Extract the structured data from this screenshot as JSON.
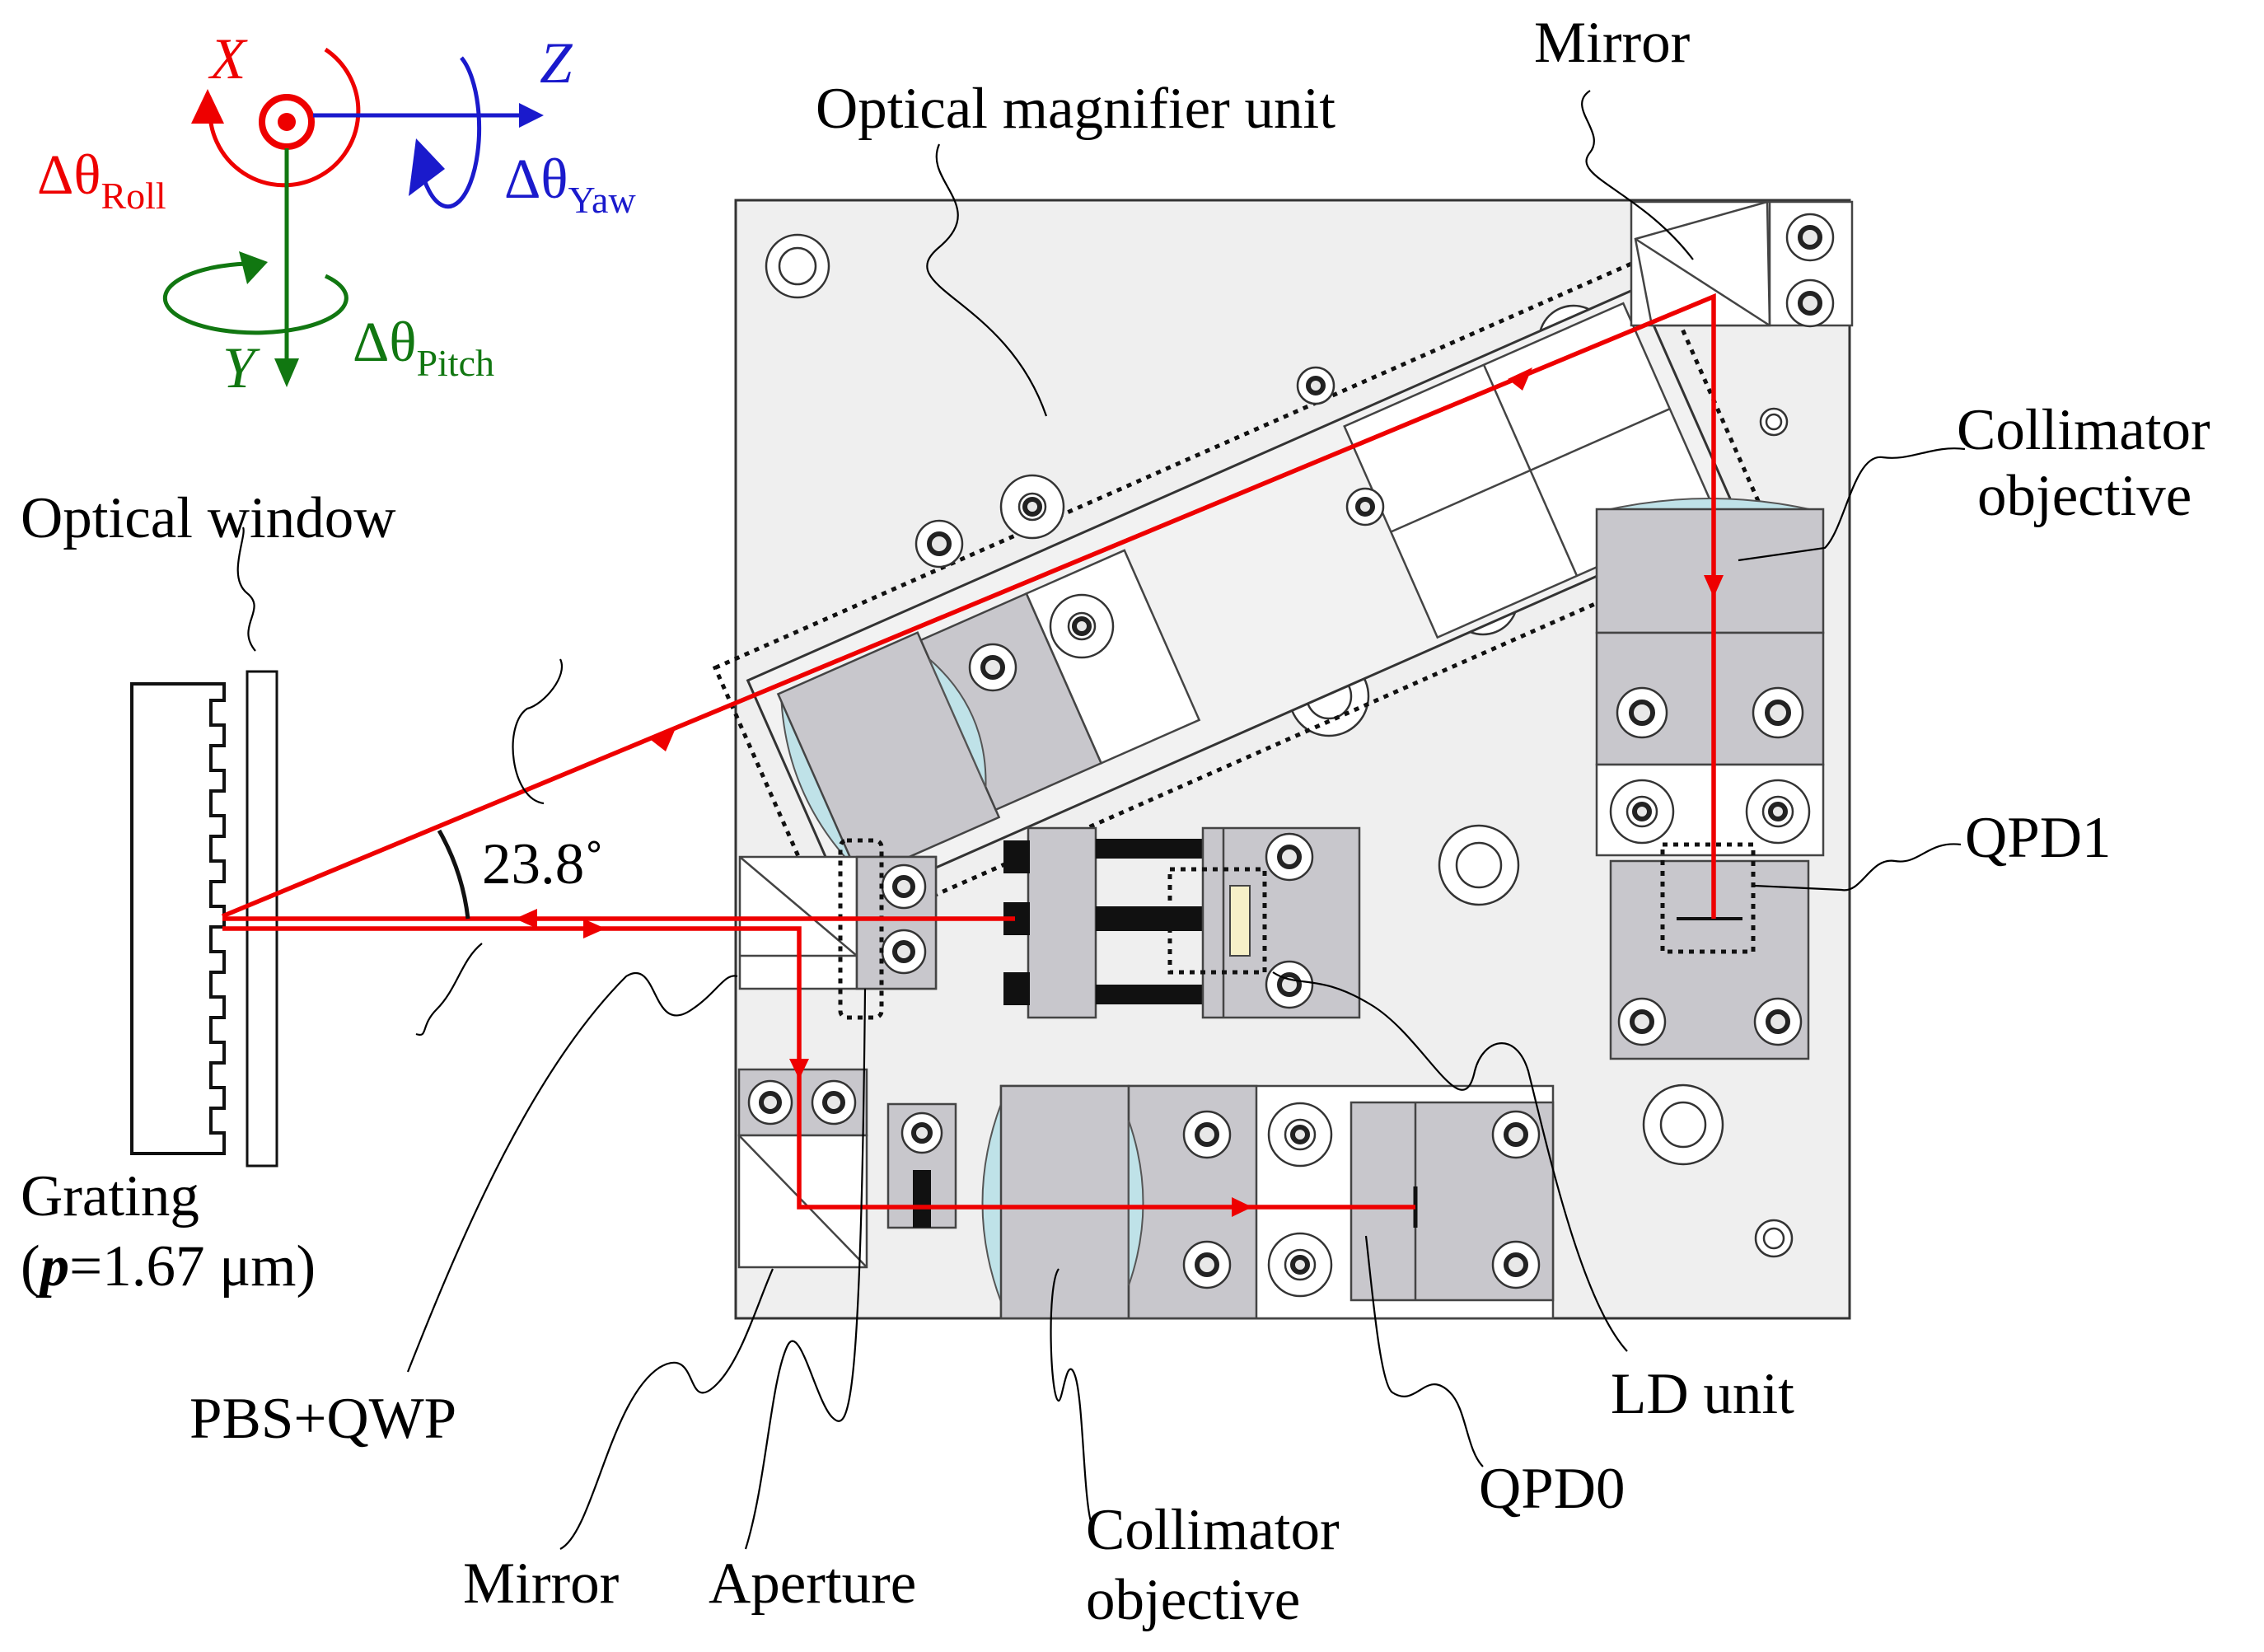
{
  "axes": {
    "x_label": "X",
    "y_label": "Y",
    "z_label": "Z",
    "delta": "Δθ",
    "roll_sub": "Roll",
    "yaw_sub": "Yaw",
    "pitch_sub": "Pitch"
  },
  "labels": {
    "mirror_top": "Mirror",
    "optical_magnifier": "Optical magnifier unit",
    "collimator_right_1": "Collimator",
    "collimator_right_2": "objective",
    "optical_window": "Optical window",
    "angle": "23.8˚",
    "qpd1": "QPD1",
    "grating_1": "Grating",
    "grating_2_open": "(",
    "grating_2_p": "p",
    "grating_2_rest": "=1.67 μm)",
    "pbs_qwp": "PBS+QWP",
    "ld_unit": "LD unit",
    "qpd0": "QPD0",
    "mirror_bottom": "Mirror",
    "aperture": "Aperture",
    "collimator_bottom_1": "Collimator",
    "collimator_bottom_2": "objective"
  },
  "colors": {
    "beam": "#ee0000",
    "roll": "#ee0000",
    "yaw": "#1a1acc",
    "pitch": "#117711",
    "baseplate": "#efefef",
    "component": "#c8c7cc",
    "lens": "#bfe2e8"
  }
}
